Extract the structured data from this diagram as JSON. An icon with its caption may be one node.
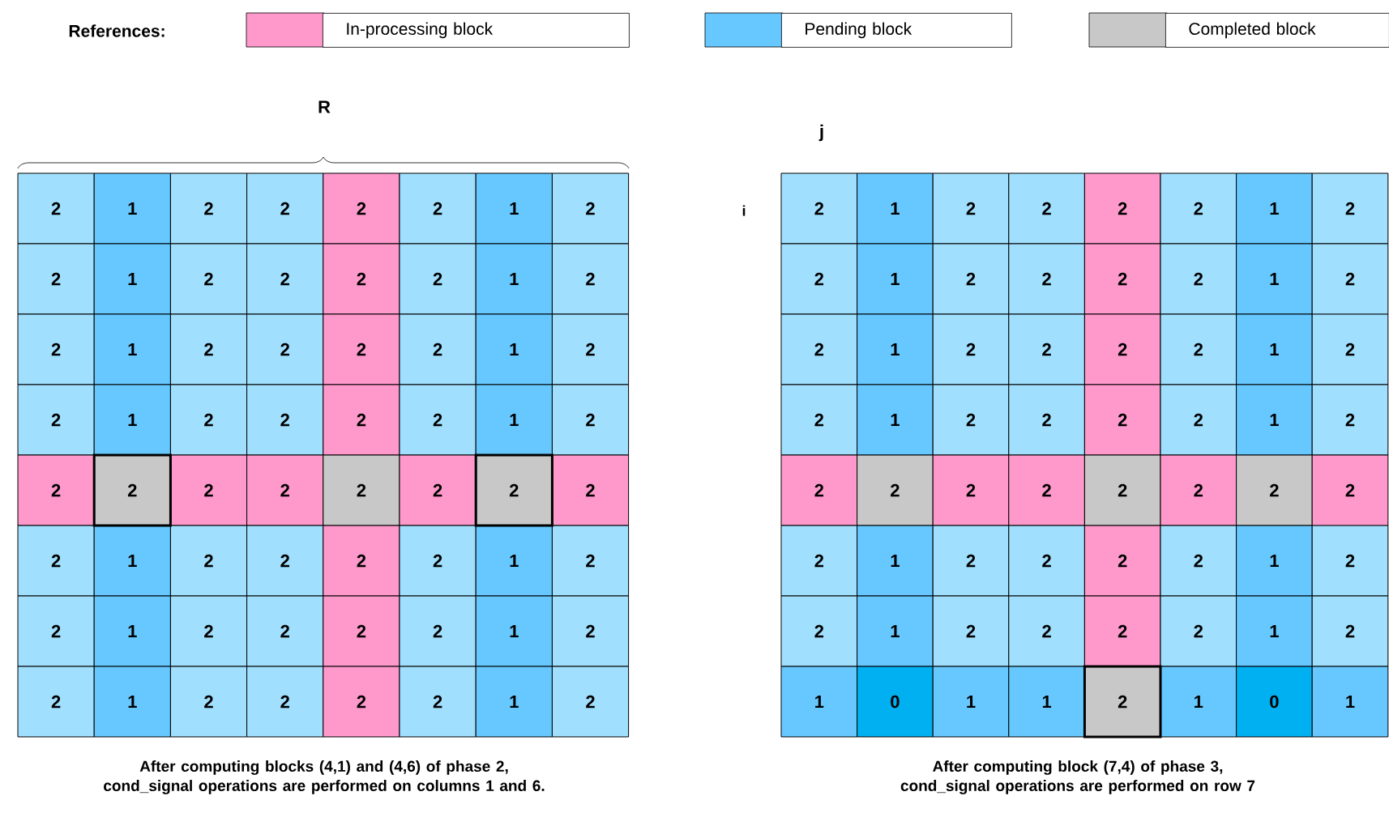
{
  "diagram": {
    "labels": [
      "References:",
      "R",
      "j",
      "2",
      "1",
      "2",
      "2",
      "2",
      "2",
      "1",
      "2",
      "i",
      "2",
      "1",
      "2",
      "2",
      "2",
      "2",
      "1",
      "2",
      "2",
      "1",
      "2",
      "2",
      "2",
      "2",
      "1",
      "2",
      "2",
      "1",
      "2",
      "2",
      "2",
      "2",
      "1",
      "2",
      "2",
      "2",
      "2",
      "2",
      "2",
      "2",
      "2",
      "2",
      "2",
      "1",
      "2",
      "2",
      "2",
      "2",
      "1",
      "2",
      "2",
      "1",
      "2",
      "2",
      "2",
      "2",
      "1",
      "2",
      "2",
      "1",
      "2",
      "2",
      "2",
      "2",
      "1",
      "2",
      "2",
      "1",
      "2",
      "2",
      "2",
      "2",
      "1",
      "2",
      "2",
      "1",
      "2",
      "2",
      "2",
      "2",
      "1",
      "2",
      "2",
      "1",
      "2",
      "2",
      "2",
      "2",
      "1",
      "2",
      "2",
      "1",
      "2",
      "2",
      "2",
      "2",
      "1",
      "2",
      "2",
      "2",
      "2",
      "2",
      "2",
      "2",
      "2",
      "2",
      "2",
      "1",
      "2",
      "2",
      "2",
      "2",
      "1",
      "2",
      "2",
      "1",
      "2",
      "2",
      "2",
      "2",
      "1",
      "2",
      "1",
      "0",
      "1",
      "1",
      "2",
      "1",
      "0",
      "1",
      "After computing blocks (4,1) and (4,6) of phase 2, cond_signal operations are performed on columns 1 and 6.",
      "After computing block (7,4) of phase 3, cond_signal operations are performed on row 7"
    ],
    "legend": [
      {
        "text": "In-processing block",
        "color": "#ff99cc"
      },
      {
        "text": "Pending block",
        "color": "#66c8ff"
      },
      {
        "text": "Completed block",
        "color": "#c8c8c8"
      }
    ]
  }
}
